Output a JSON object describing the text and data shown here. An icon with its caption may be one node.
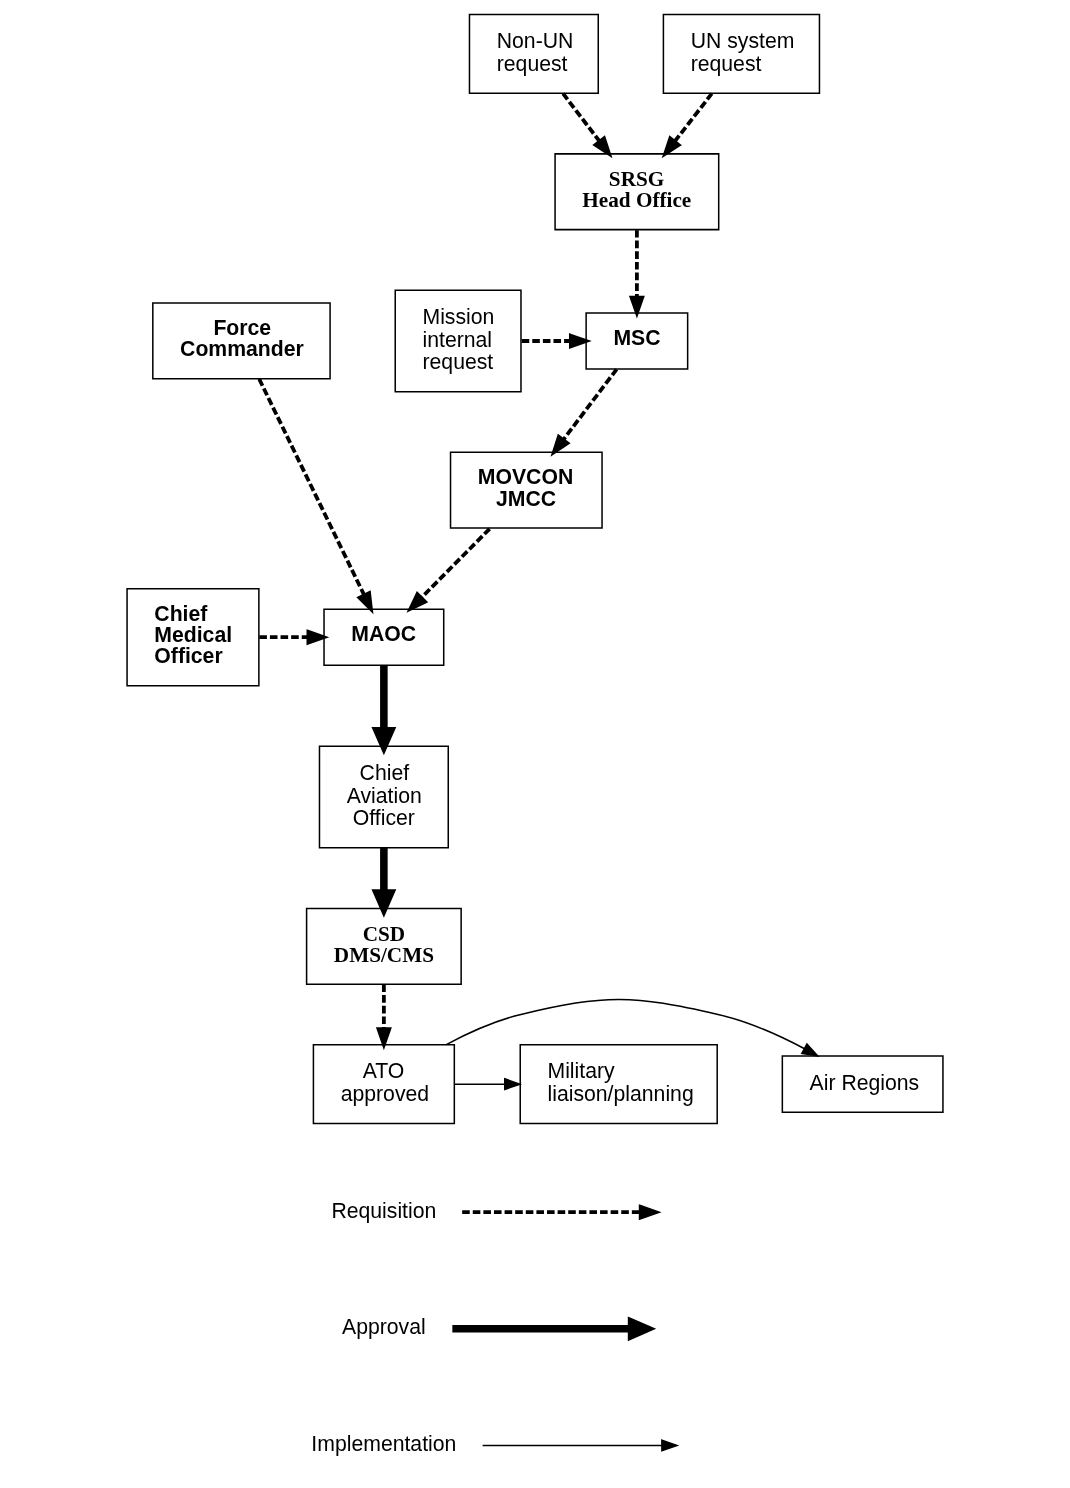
{
  "diagram": {
    "nodes": [
      {
        "text": [
          "Non-UN request"
        ]
      },
      {
        "text": [
          "UN system request"
        ]
      },
      {
        "text": [
          "SRSG",
          "Head Office"
        ]
      },
      {
        "text": [
          "Mission internal request"
        ]
      },
      {
        "text": [
          "Force Commander"
        ]
      },
      {
        "text": [
          "MSC"
        ]
      },
      {
        "text": [
          "MOVCON",
          "JMCC"
        ]
      },
      {
        "text": [
          "Chief Medical Officer"
        ]
      },
      {
        "text": [
          "MAOC"
        ]
      },
      {
        "text": [
          "Chief Aviation Officer"
        ]
      },
      {
        "text": [
          "CSD",
          "DMS/CMS"
        ]
      },
      {
        "text": [
          "Military liaison/planning"
        ]
      },
      {
        "text": [
          "Air Regions"
        ]
      },
      {
        "text": [
          "ATO approved"
        ]
      }
    ],
    "edges": [
      {
        "from": 0,
        "to": 2,
        "arrow": "to",
        "style": "dashed"
      },
      {
        "from": 1,
        "to": 2,
        "arrow": "to",
        "style": "dashed"
      },
      {
        "from": 2,
        "to": 5,
        "arrow": "to",
        "style": "dashed"
      },
      {
        "from": 3,
        "to": 5,
        "arrow": "to",
        "style": "dashed"
      },
      {
        "from": 5,
        "to": 6,
        "arrow": "to",
        "style": "dashed"
      },
      {
        "from": 6,
        "to": 8,
        "arrow": "to",
        "style": "dashed"
      },
      {
        "from": 4,
        "to": 8,
        "arrow": "to",
        "style": "dashed"
      },
      {
        "from": 7,
        "to": 8,
        "arrow": "to",
        "style": "dashed"
      },
      {
        "from": 8,
        "to": 9,
        "arrow": "to",
        "style": "thick"
      },
      {
        "from": 9,
        "to": 10,
        "arrow": "to",
        "style": "thick"
      },
      {
        "from": 10,
        "to": 13,
        "arrow": "to",
        "style": "dashed"
      },
      {
        "from": 13,
        "to": 11,
        "arrow": "to"
      },
      {
        "from": 13,
        "to": 12,
        "arrow": "to"
      }
    ],
    "legend": [
      {
        "text": "Requisition"
      },
      {
        "text": "Approval"
      },
      {
        "text": "Implementation"
      }
    ]
  }
}
